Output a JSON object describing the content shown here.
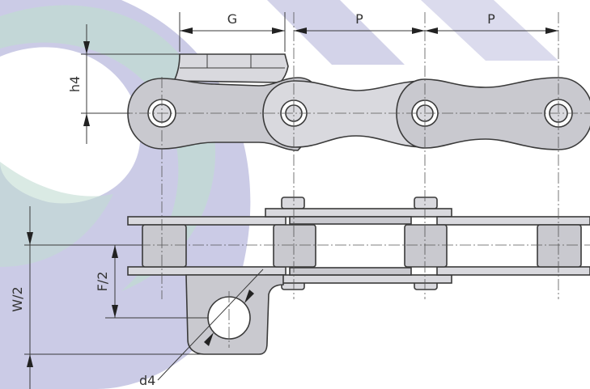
{
  "labels": {
    "g": "G",
    "p1": "P",
    "p2": "P",
    "h4": "h4",
    "f2": "F/2",
    "w2": "W/2",
    "d4": "d4"
  },
  "colors": {
    "watermark_blue": "#6f6fb8",
    "watermark_green": "#8fbfae",
    "part_fill": "#c9c9cf",
    "line": "#3a3a3a"
  }
}
